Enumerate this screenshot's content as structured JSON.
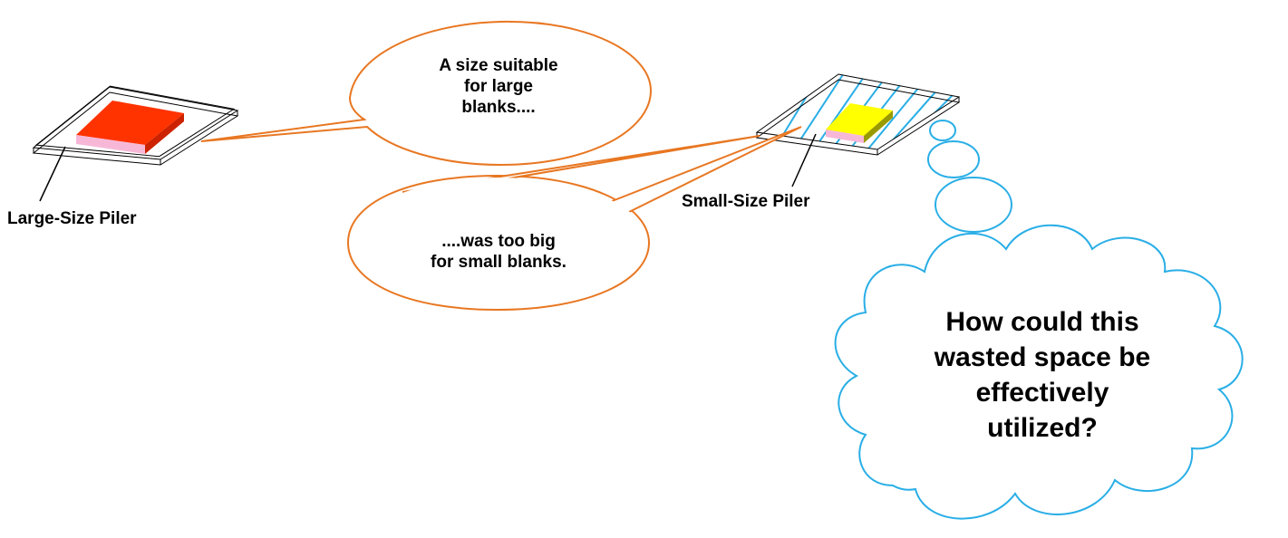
{
  "labels": {
    "large_piler": "Large-Size Piler",
    "small_piler": "Small-Size Piler"
  },
  "bubbles": {
    "large_blanks": "A size suitable\nfor large\nblanks....",
    "small_blanks": "....was too big\nfor small blanks."
  },
  "thought": {
    "question": "How could this\nwasted space be\neffectively\nutilized?"
  },
  "colors": {
    "speech_outline": "#e87722",
    "thought_outline": "#29aee6",
    "large_blank": "#ff3300",
    "small_blank": "#ffff00",
    "hatch": "#29aee6"
  }
}
